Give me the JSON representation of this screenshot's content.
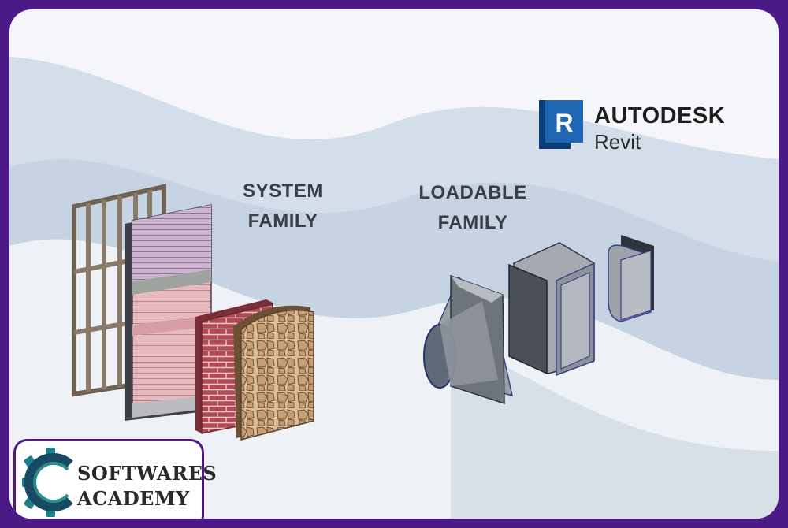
{
  "labels": {
    "system_line1": "SYSTEM",
    "system_line2": "FAMILY",
    "loadable_line1": "LOADABLE",
    "loadable_line2": "FAMILY"
  },
  "brand": {
    "icon_letter": "R",
    "name": "AUTODESK",
    "product": "Revit"
  },
  "badge": {
    "line1": "SOFTWARES",
    "line2": "ACADEMY"
  },
  "icons": {
    "revit": "revit-logo-icon",
    "gear": "gear-c-icon"
  },
  "colors": {
    "border": "#4b1a86",
    "revit_blue": "#1f66b5",
    "brick": "#b24a55",
    "stone": "#d8b893",
    "duct": "#8e939a"
  }
}
